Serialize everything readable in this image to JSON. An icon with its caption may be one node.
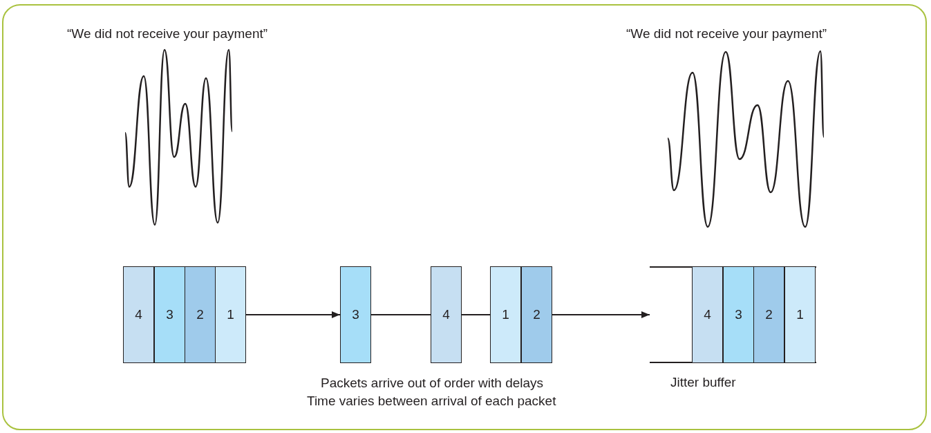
{
  "diagram": {
    "nodes": [
      {
        "text": [
          "4"
        ]
      },
      {
        "text": [
          "3"
        ]
      },
      {
        "text": [
          "2"
        ]
      },
      {
        "text": [
          "1"
        ]
      },
      {
        "text": [
          "3"
        ]
      },
      {
        "text": [
          "4"
        ]
      },
      {
        "text": [
          "1"
        ]
      },
      {
        "text": [
          "2"
        ]
      },
      {
        "text": [
          "Jitter buffer"
        ]
      },
      {
        "text": [
          "4"
        ],
        "in": 8
      },
      {
        "text": [
          "3"
        ],
        "in": 8
      },
      {
        "text": [
          "2"
        ],
        "in": 8
      },
      {
        "text": [
          "1"
        ],
        "in": 8
      }
    ],
    "edges": [
      {
        "from": 3,
        "to": 4,
        "arrow": "to"
      },
      {
        "from": 4,
        "to": 5,
        "arrow": "none"
      },
      {
        "from": 5,
        "to": 6,
        "arrow": "none"
      },
      {
        "from": 7,
        "to": 8,
        "arrow": "to"
      }
    ],
    "labels": [
      "“We did not receive your payment”",
      "“We did not receive your payment”",
      "Packets arrive out of order with delays",
      "Time varies between arrival of each packet"
    ]
  }
}
